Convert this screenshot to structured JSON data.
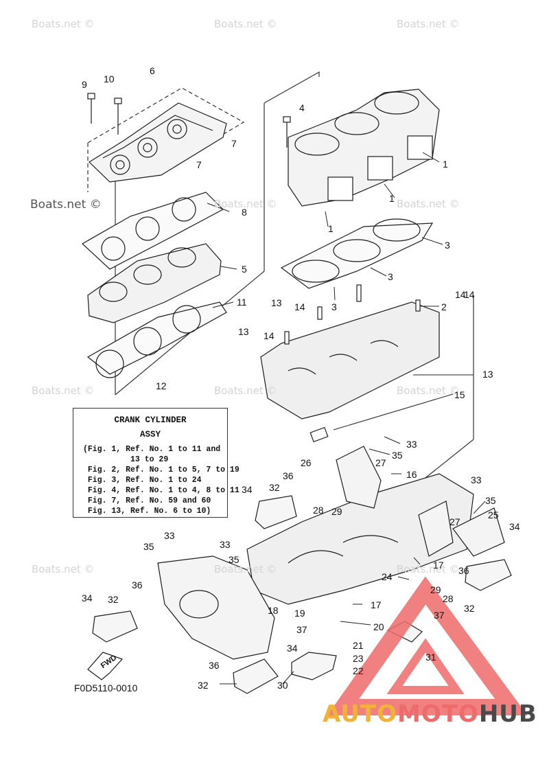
{
  "watermark": "Boats.net ©",
  "callouts": [
    "9",
    "10",
    "6",
    "7",
    "7",
    "4",
    "1",
    "1",
    "1",
    "8",
    "5",
    "3",
    "3",
    "3",
    "11",
    "2",
    "14",
    "13",
    "14",
    "13",
    "14",
    "14",
    "13",
    "15",
    "12",
    "33",
    "35",
    "26",
    "27",
    "16",
    "36",
    "32",
    "34",
    "28",
    "29",
    "33",
    "35",
    "25",
    "27",
    "34",
    "35",
    "33",
    "33",
    "35",
    "17",
    "24",
    "36",
    "29",
    "28",
    "32",
    "36",
    "34",
    "32",
    "18",
    "19",
    "17",
    "20",
    "37",
    "37",
    "21",
    "23",
    "22",
    "31",
    "34",
    "36",
    "30",
    "32"
  ],
  "note": {
    "title": "CRANK CYLINDER",
    "subtitle": "ASSY",
    "lines": [
      "(Fig. 1, Ref. No. 1 to 11 and",
      "          13 to 29",
      " Fig. 2, Ref. No. 1 to 5, 7 to 19",
      " Fig. 3, Ref. No. 1 to 24",
      " Fig. 4, Ref. No. 1 to 4, 8 to 11",
      " Fig. 7, Ref. No. 59 and 60",
      " Fig. 13, Ref. No. 6 to 10)"
    ]
  },
  "fwd_label": "FWD",
  "figure_code": "F0D5110-0010",
  "brand": {
    "part1": "AUTO",
    "part2": "MOTO",
    "part3": "HUB"
  },
  "colors": {
    "line": "#1a1a1a",
    "watermark": "#d4d4d4",
    "brand_orange": "#f2b23a",
    "brand_red": "#ee6b6b",
    "brand_dark": "#4a4a4a"
  }
}
